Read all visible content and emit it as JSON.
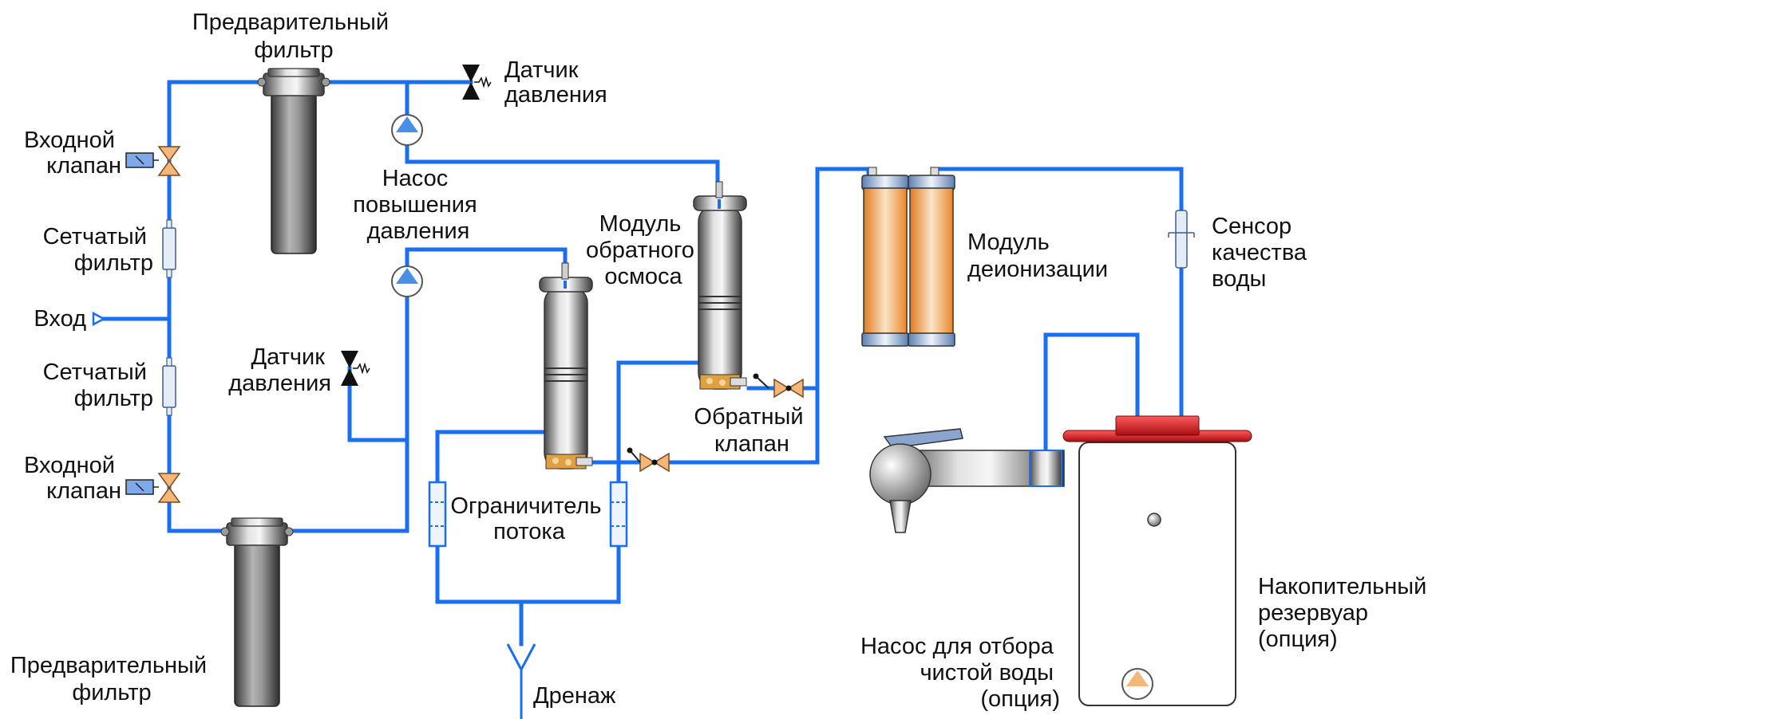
{
  "labels": {
    "prefilter_top": [
      "Предварительный",
      "фильтр"
    ],
    "pressure_sensor_top": [
      "Датчик",
      "давления"
    ],
    "inlet_valve_top": [
      "Входной",
      "клапан"
    ],
    "booster_pump": [
      "Насос",
      "повышения",
      "давления"
    ],
    "mesh_filter_top": [
      "Сетчатый",
      "фильтр"
    ],
    "inlet": "Вход",
    "mesh_filter_bottom": [
      "Сетчатый",
      "фильтр"
    ],
    "pressure_sensor_mid": [
      "Датчик",
      "давления"
    ],
    "inlet_valve_bottom": [
      "Входной",
      "клапан"
    ],
    "prefilter_bottom": [
      "Предварительный",
      "фильтр"
    ],
    "ro_module": [
      "Модуль",
      "обратного",
      "осмоса"
    ],
    "check_valve": [
      "Обратный",
      "клапан"
    ],
    "flow_restrictor": [
      "Ограничитель",
      "потока"
    ],
    "drain": "Дренаж",
    "di_module": [
      "Модуль",
      "деионизации"
    ],
    "quality_sensor": [
      "Сенсор",
      "качества",
      "воды"
    ],
    "storage_tank": [
      "Накопительный",
      "резервуар",
      "(опция)"
    ],
    "dispense_pump": [
      "Насос для отбора",
      "чистой воды",
      "(опция)"
    ]
  },
  "colors": {
    "pipe": "#1a6ef2",
    "valve": "#f5b679",
    "pump": "#4a8fe6",
    "cartridge": "#f19a45",
    "tank_cap": "#d9141e"
  }
}
